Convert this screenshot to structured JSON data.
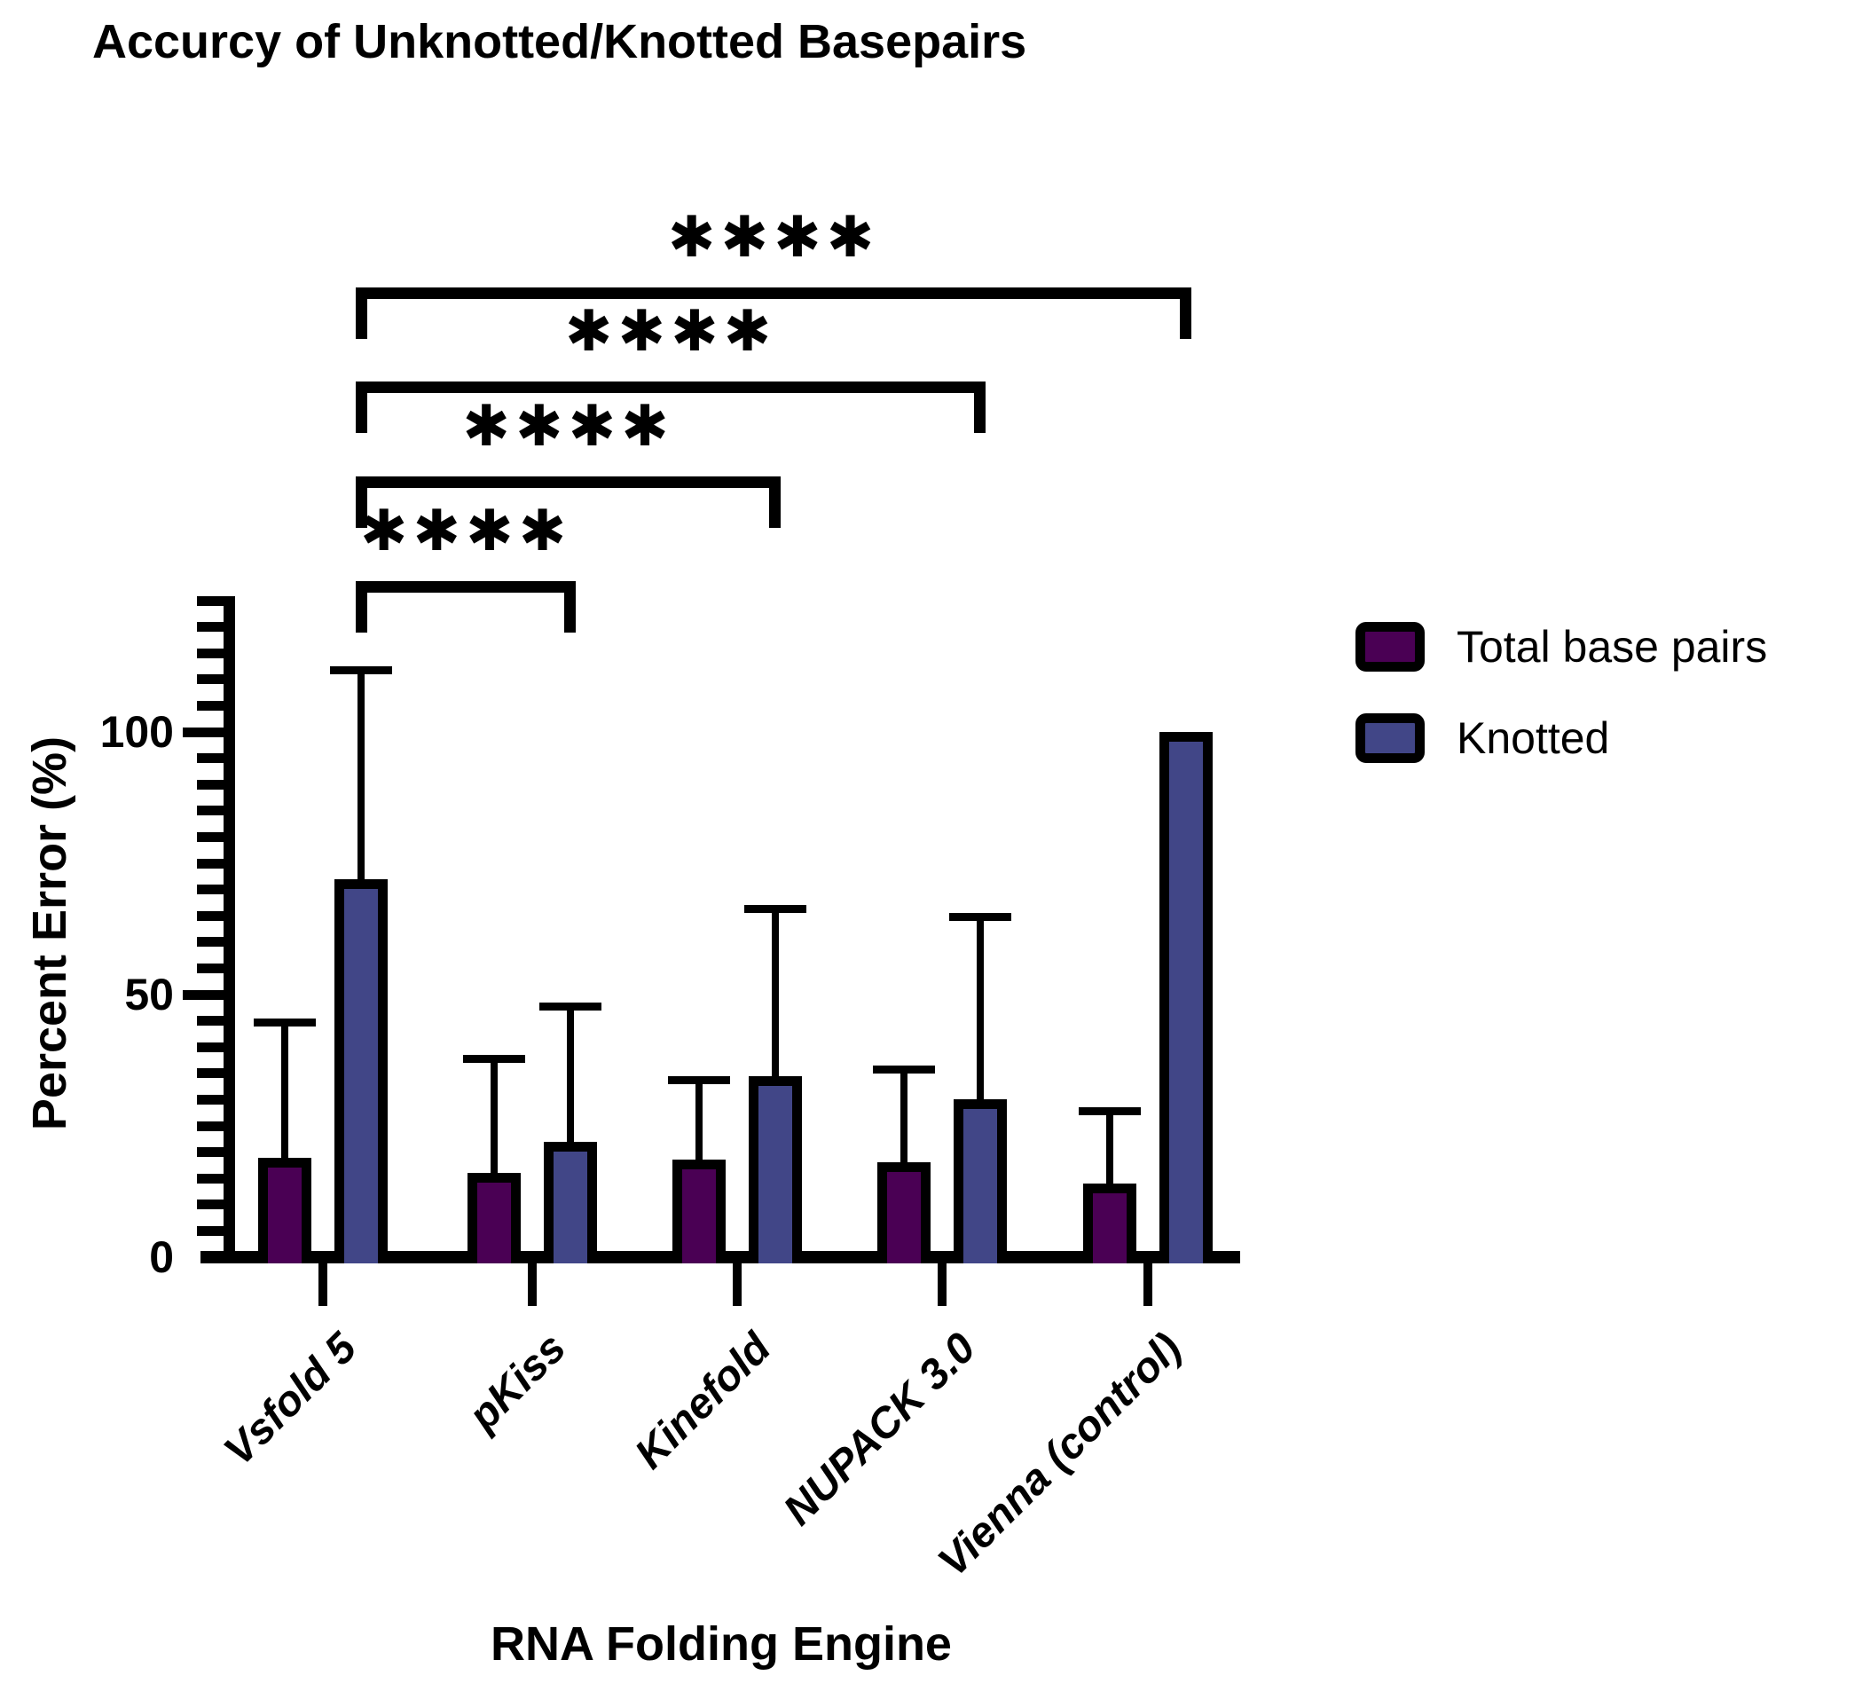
{
  "title": "Accurcy of Unknotted/Knotted Basepairs",
  "legend": {
    "items": [
      {
        "label": "Total base pairs",
        "color": "#4A0054"
      },
      {
        "label": "Knotted",
        "color": "#414687"
      }
    ]
  },
  "axes": {
    "y_title": "Percent Error (%)",
    "x_title": "RNA Folding Engine"
  },
  "chart_data": {
    "type": "bar",
    "title": "Accurcy of Unknotted/Knotted Basepairs",
    "xlabel": "RNA Folding Engine",
    "ylabel": "Percent Error (%)",
    "ylim": [
      0,
      125
    ],
    "yticks": [
      0,
      50,
      100
    ],
    "minor_tick_step": 5,
    "grid": false,
    "legend_position": "right",
    "categories": [
      "Vsfold 5",
      "pKiss",
      "Kinefold",
      "NUPACK 3.0",
      "Vienna (control)"
    ],
    "series": [
      {
        "name": "Total base pairs",
        "color": "#4A0054",
        "values": [
          19,
          16,
          18.5,
          18,
          14
        ],
        "error_top": [
          44,
          37,
          33,
          35,
          27
        ]
      },
      {
        "name": "Knotted",
        "color": "#414687",
        "values": [
          72,
          22,
          34.5,
          30,
          100
        ],
        "error_top": [
          111,
          47,
          65.5,
          64,
          null
        ]
      }
    ],
    "significance": [
      {
        "from": "Vsfold 5",
        "to": "Vienna (control)",
        "series": "Knotted",
        "label": "✱✱✱✱"
      },
      {
        "from": "Vsfold 5",
        "to": "NUPACK 3.0",
        "series": "Knotted",
        "label": "✱✱✱✱"
      },
      {
        "from": "Vsfold 5",
        "to": "Kinefold",
        "series": "Knotted",
        "label": "✱✱✱✱"
      },
      {
        "from": "Vsfold 5",
        "to": "pKiss",
        "series": "Knotted",
        "label": "✱✱✱✱"
      }
    ]
  }
}
